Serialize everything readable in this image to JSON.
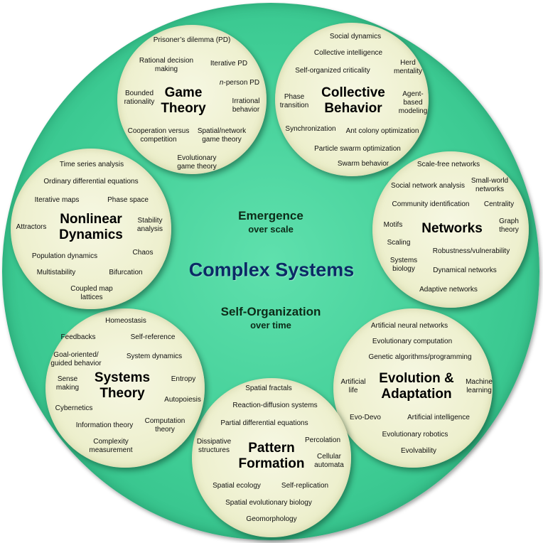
{
  "title": "Complex Systems",
  "emergence": {
    "line1": "Emergence",
    "line2": "over scale"
  },
  "self_organization": {
    "line1": "Self-Organization",
    "line2": "over time"
  },
  "topics": {
    "game_theory": {
      "title": "Game\nTheory",
      "items": [
        "Prisoner’s dilemma (PD)",
        "Rational decision\nmaking",
        "Iterative PD",
        "n-person PD",
        "Bounded\nrationality",
        "Irrational\nbehavior",
        "Cooperation versus\ncompetition",
        "Spatial/network\ngame theory",
        "Evolutionary\ngame theory"
      ]
    },
    "collective_behavior": {
      "title": "Collective\nBehavior",
      "items": [
        "Social dynamics",
        "Collective intelligence",
        "Self-organized criticality",
        "Herd\nmentality",
        "Phase\ntransition",
        "Agent-\nbased\nmodeling",
        "Synchronization",
        "Ant colony optimization",
        "Particle swarm optimization",
        "Swarm behavior"
      ]
    },
    "networks": {
      "title": "Networks",
      "items": [
        "Scale-free networks",
        "Social network analysis",
        "Small-world\nnetworks",
        "Community identification",
        "Centrality",
        "Motifs",
        "Graph\ntheory",
        "Scaling",
        "Robustness/vulnerability",
        "Systems\nbiology",
        "Dynamical networks",
        "Adaptive networks"
      ]
    },
    "evolution": {
      "title": "Evolution &\nAdaptation",
      "items": [
        "Artificial neural networks",
        "Evolutionary computation",
        "Genetic algorithms/programming",
        "Artificial\nlife",
        "Machine\nlearning",
        "Evo-Devo",
        "Artificial intelligence",
        "Evolutionary robotics",
        "Evolvability"
      ]
    },
    "pattern_formation": {
      "title": "Pattern\nFormation",
      "items": [
        "Spatial fractals",
        "Reaction-diffusion systems",
        "Partial differential equations",
        "Dissipative\nstructures",
        "Percolation",
        "Cellular\nautomata",
        "Spatial ecology",
        "Self-replication",
        "Spatial evolutionary biology",
        "Geomorphology"
      ]
    },
    "systems_theory": {
      "title": "Systems\nTheory",
      "items": [
        "Homeostasis",
        "Feedbacks",
        "Self-reference",
        "Goal-oriented/\nguided behavior",
        "System dynamics",
        "Sense\nmaking",
        "Entropy",
        "Autopoiesis",
        "Cybernetics",
        "Information theory",
        "Computation\ntheory",
        "Complexity\nmeasurement"
      ]
    },
    "nonlinear_dynamics": {
      "title": "Nonlinear\nDynamics",
      "items": [
        "Time series analysis",
        "Ordinary differential equations",
        "Iterative maps",
        "Phase space",
        "Attractors",
        "Stability\nanalysis",
        "Population dynamics",
        "Chaos",
        "Multistability",
        "Bifurcation",
        "Coupled map\nlattices"
      ]
    }
  },
  "colors": {
    "outer_circle": "#3fcd95",
    "bubble": "#eef0cf",
    "center_title": "#0b2a66"
  }
}
